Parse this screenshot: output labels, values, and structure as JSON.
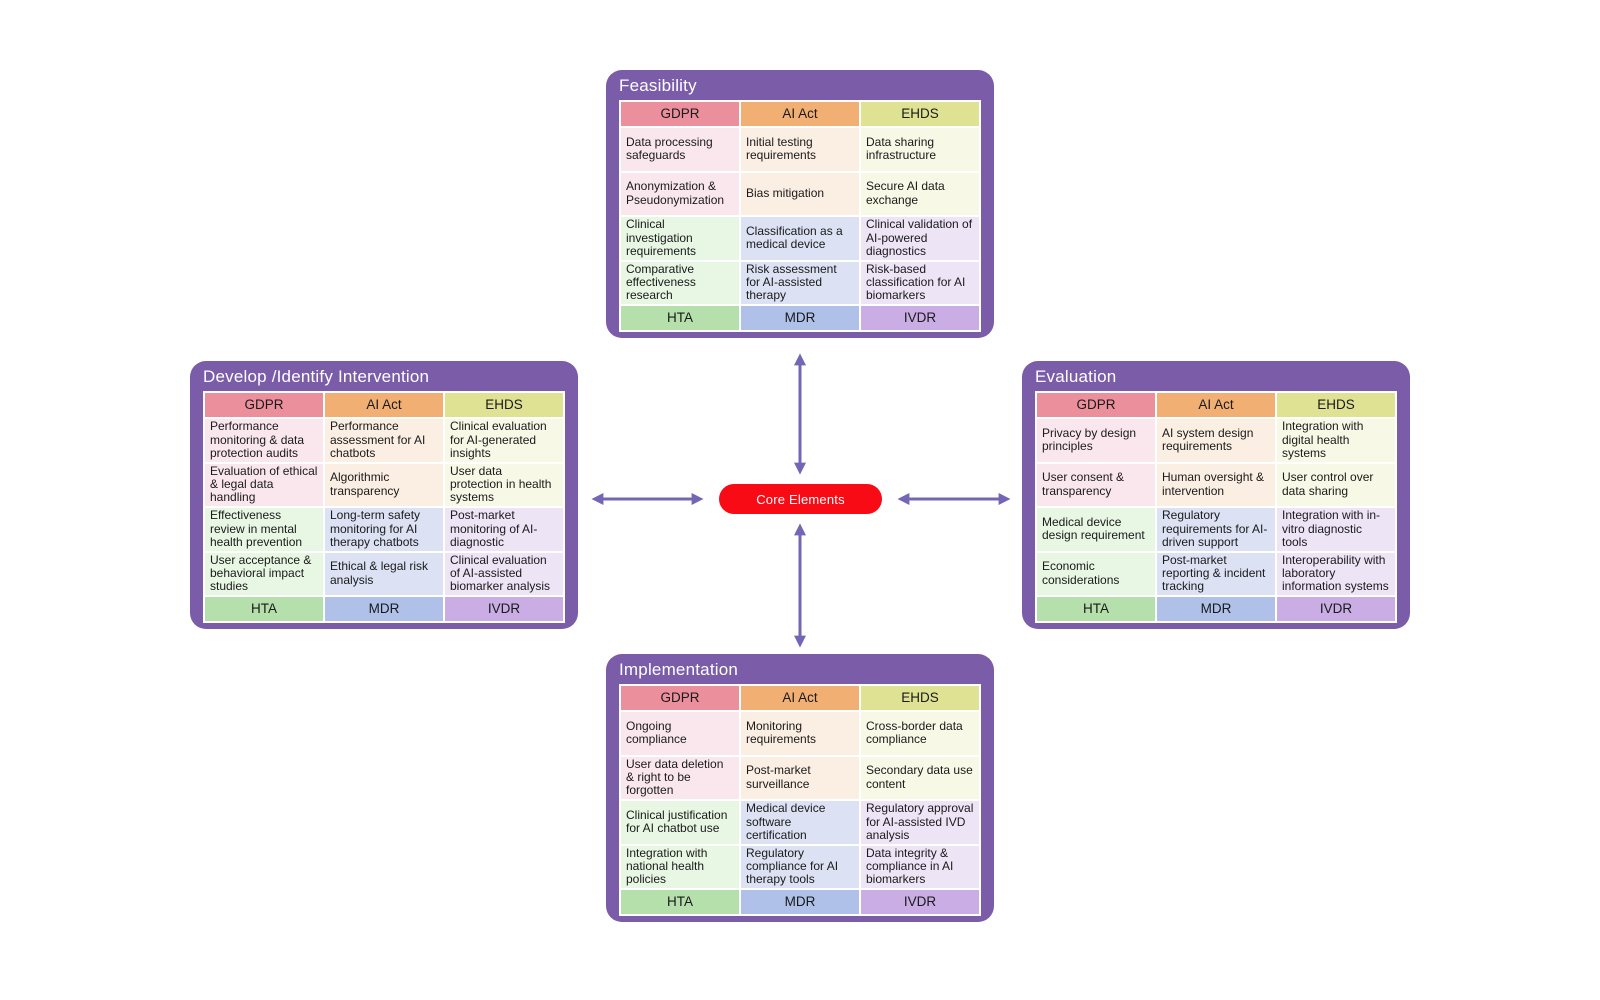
{
  "diagram": {
    "center_label": "Core Elements",
    "panels": [
      {
        "id": "feasibility",
        "title": "Feasibility",
        "column_headers": [
          "GDPR",
          "AI Act",
          "EHDS"
        ],
        "rows": [
          [
            "Data processing safeguards",
            "Initial testing requirements",
            "Data sharing infrastructure"
          ],
          [
            "Anonymization & Pseudonymization",
            "Bias mitigation",
            "Secure AI data exchange"
          ],
          [
            "Clinical investigation requirements",
            "Classification as a medical device",
            "Clinical validation of AI-powered diagnostics"
          ],
          [
            "Comparative effectiveness research",
            "Risk assessment for AI-assisted therapy",
            "Risk-based classification for AI biomarkers"
          ]
        ],
        "footer_headers": [
          "HTA",
          "MDR",
          "IVDR"
        ]
      },
      {
        "id": "develop",
        "title": "Develop /Identify Intervention",
        "column_headers": [
          "GDPR",
          "AI Act",
          "EHDS"
        ],
        "rows": [
          [
            "Performance monitoring & data protection audits",
            "Performance assessment for AI chatbots",
            "Clinical evaluation for AI-generated insights"
          ],
          [
            "Evaluation of ethical & legal data handling",
            "Algorithmic transparency",
            "User data protection in health systems"
          ],
          [
            "Effectiveness review in mental health prevention",
            "Long-term safety monitoring for AI therapy chatbots",
            "Post-market monitoring of AI-diagnostic"
          ],
          [
            "User acceptance & behavioral impact studies",
            "Ethical & legal risk analysis",
            "Clinical evaluation of AI-assisted biomarker analysis"
          ]
        ],
        "footer_headers": [
          "HTA",
          "MDR",
          "IVDR"
        ]
      },
      {
        "id": "evaluation",
        "title": "Evaluation",
        "column_headers": [
          "GDPR",
          "AI Act",
          "EHDS"
        ],
        "rows": [
          [
            "Privacy by design principles",
            "AI system design requirements",
            "Integration with digital health systems"
          ],
          [
            "User consent & transparency",
            "Human oversight & intervention",
            "User control over data sharing"
          ],
          [
            "Medical device design requirement",
            "Regulatory requirements for AI-driven support",
            "Integration with in-vitro diagnostic tools"
          ],
          [
            "Economic considerations",
            "Post-market reporting & incident tracking",
            "Interoperability with laboratory information systems"
          ]
        ],
        "footer_headers": [
          "HTA",
          "MDR",
          "IVDR"
        ]
      },
      {
        "id": "implementation",
        "title": "Implementation",
        "column_headers": [
          "GDPR",
          "AI Act",
          "EHDS"
        ],
        "rows": [
          [
            "Ongoing compliance",
            "Monitoring requirements",
            "Cross-border data compliance"
          ],
          [
            "User data deletion & right to be forgotten",
            "Post-market surveillance",
            "Secondary data use content"
          ],
          [
            "Clinical justification for AI chatbot use",
            "Medical device software certification",
            "Regulatory approval for AI-assisted IVD analysis"
          ],
          [
            "Integration with national health policies",
            "Regulatory compliance for AI therapy tools",
            "Data integrity & compliance in AI biomarkers"
          ]
        ],
        "footer_headers": [
          "HTA",
          "MDR",
          "IVDR"
        ]
      }
    ]
  },
  "colors": {
    "panel_background": "#7A5CA8",
    "arrow": "#7566B5",
    "core_element_background": "#F90B15",
    "core_element_text": "#FFFFFF",
    "header_gdpr": "#EC8F9D",
    "header_ai_act": "#F2AF74",
    "header_ehds": "#DFE193",
    "cell_gdpr_top_rows": "#FAE7ED",
    "cell_ai_act_top_rows": "#FBEFE3",
    "cell_ehds_top_rows": "#F8F8E6",
    "cell_gdpr_bottom_rows": "#E8F6E4",
    "cell_ai_act_bottom_rows": "#DCE2F3",
    "cell_ehds_bottom_rows": "#EDE4F6",
    "footer_hta": "#B5DFAB",
    "footer_mdr": "#AFC1E8",
    "footer_ivdr": "#C9ADE4"
  }
}
